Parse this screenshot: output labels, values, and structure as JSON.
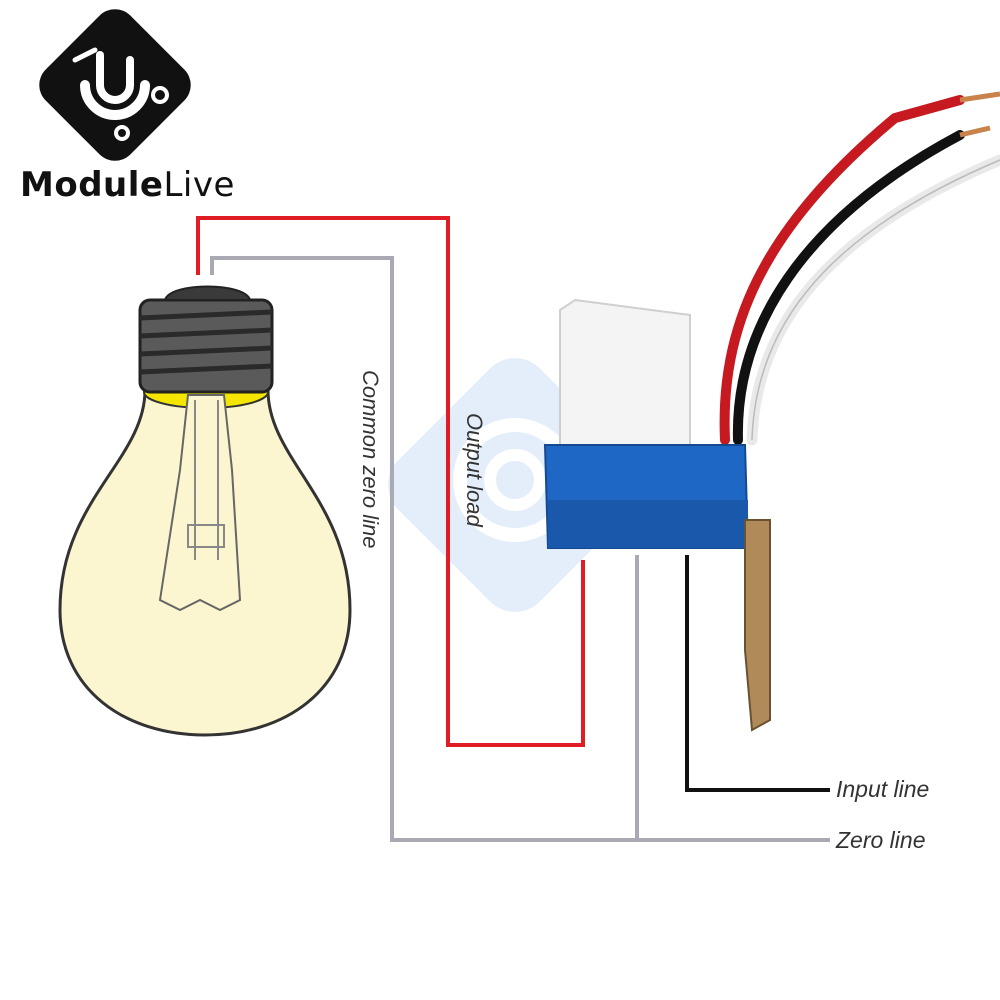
{
  "brand": {
    "name_strong": "Module",
    "name_light": "Live",
    "logo_icon": "module-live-logo-icon"
  },
  "diagram": {
    "labels": {
      "common_zero_line": "Common zero line",
      "output_load": "Output load",
      "input_line": "Input line",
      "zero_line": "Zero line"
    },
    "colors": {
      "live_wire": "#e01c24",
      "neutral_wire": "#a9a9b3",
      "input_wire": "#111111",
      "sensor_base": "#1f67c4",
      "sensor_cap": "#f4f4f4",
      "bulb_glass": "#fbf6cf",
      "bulb_base": "#5a5a5a"
    }
  }
}
